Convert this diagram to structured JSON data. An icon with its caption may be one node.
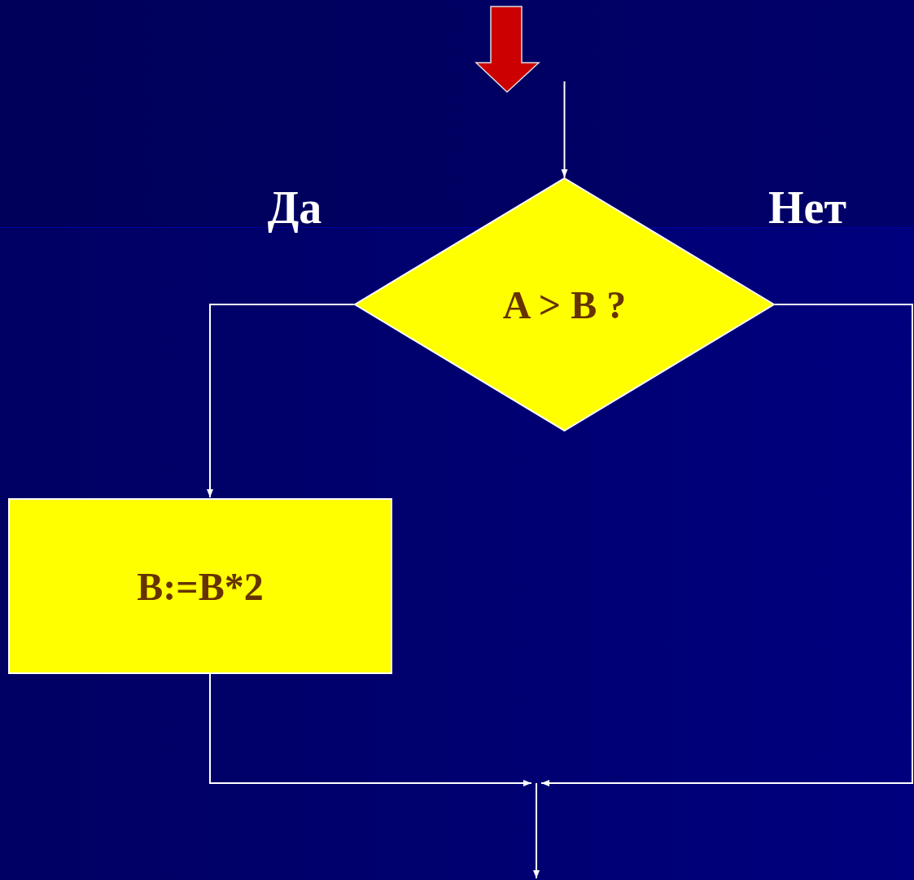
{
  "diagram": {
    "nodes": [
      {
        "text": [
          "A > B ?"
        ]
      },
      {
        "text": [
          "B:=B*2"
        ]
      }
    ],
    "edges": [
      {
        "from": null,
        "to": 0,
        "arrow": "to"
      },
      {
        "from": 0,
        "to": 1,
        "arrow": "to",
        "label": "Да"
      },
      {
        "from": 1,
        "to": null,
        "arrow": "to"
      },
      {
        "from": 0,
        "to": null,
        "arrow": "to",
        "label": "Нет"
      }
    ]
  }
}
